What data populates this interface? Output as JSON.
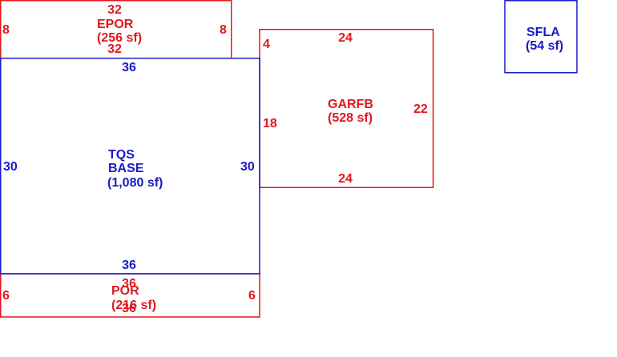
{
  "colors": {
    "red": "#e0191f",
    "blue": "#1a1ac8"
  },
  "areas": {
    "epor": {
      "name": "EPOR",
      "area": "(256 sf)",
      "dims": {
        "top": "32",
        "bottom": "32",
        "left": "8",
        "right": "8"
      }
    },
    "tqs_base": {
      "name_line1": "TQS",
      "name_line2": "BASE",
      "area": "(1,080 sf)",
      "dims": {
        "top": "36",
        "bottom": "36",
        "left": "30",
        "right": "30"
      }
    },
    "garfb": {
      "name": "GARFB",
      "area": "(528 sf)",
      "dims": {
        "top": "24",
        "bottom": "24",
        "right": "22",
        "left_upper": "4",
        "left_lower": "18"
      }
    },
    "por": {
      "name": "POR",
      "area": "(216 sf)",
      "dims": {
        "top": "36",
        "bottom": "36",
        "left": "6",
        "right": "6"
      }
    },
    "sfla": {
      "name": "SFLA",
      "area": "(54 sf)"
    }
  }
}
